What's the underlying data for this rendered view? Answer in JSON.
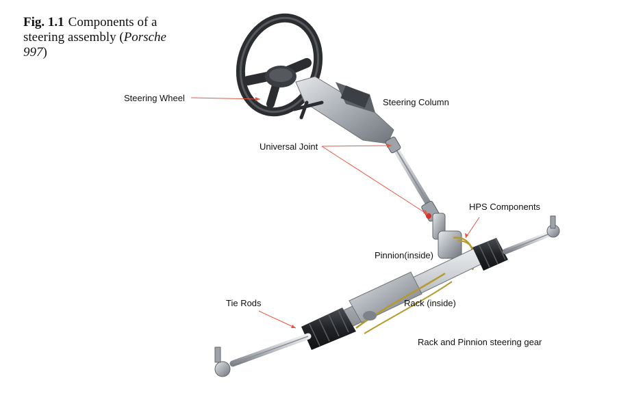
{
  "figure": {
    "number": "Fig. 1.1",
    "caption_pre": "Components of a steering assembly (",
    "caption_italic": "Porsche 997",
    "caption_post": ")"
  },
  "labels": {
    "steering_wheel": "Steering Wheel",
    "steering_column": "Steering Column",
    "universal_joint": "Universal Joint",
    "hps_components": "HPS Components",
    "pinion": "Pinnion(inside)",
    "tie_rods": "Tie Rods",
    "rack": "Rack (inside)",
    "assembly": "Rack and Pinnion steering gear"
  },
  "colors": {
    "leader": "#e8553f",
    "metal": "#b8bcc2",
    "rubber": "#26282b"
  }
}
